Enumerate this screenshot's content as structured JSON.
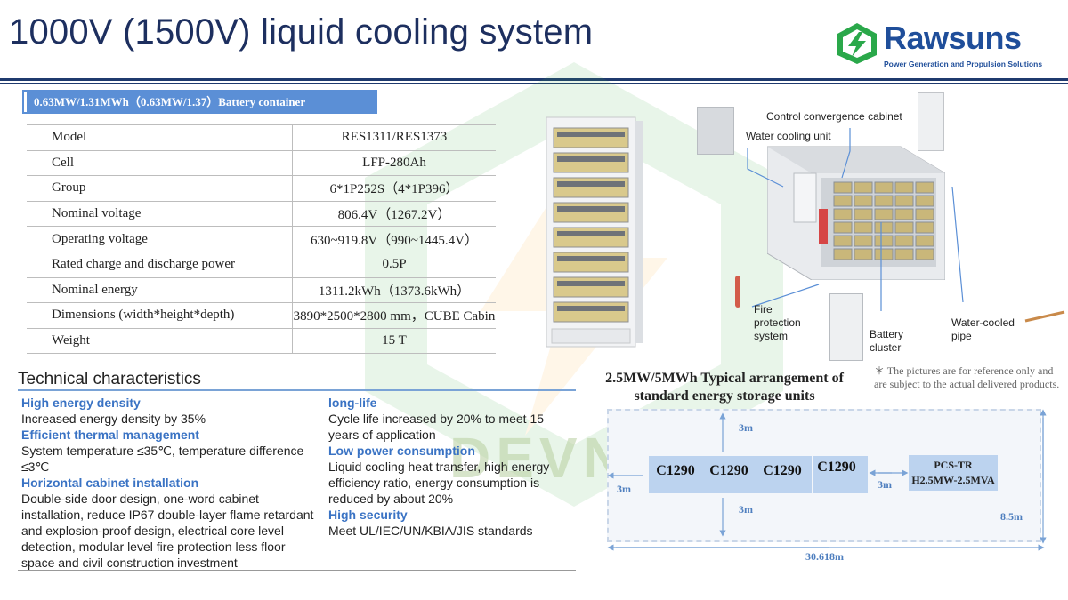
{
  "header": {
    "title": "1000V (1500V) liquid cooling system",
    "brand": "Rawsuns",
    "brand_tagline": "Power Generation and Propulsion Solutions",
    "brand_color": "#1f4e9a",
    "logo_color": "#2aa84a"
  },
  "watermark_text": "DEVNOW",
  "spec": {
    "banner": "0.63MW/1.31MWh（0.63MW/1.37）Battery container",
    "rows": [
      {
        "key": "Model",
        "value": "RES1311/RES1373"
      },
      {
        "key": "Cell",
        "value": "LFP-280Ah"
      },
      {
        "key": "Group",
        "value": "6*1P252S（4*1P396）"
      },
      {
        "key": "Nominal voltage",
        "value": "806.4V（1267.2V）"
      },
      {
        "key": "Operating voltage",
        "value": "630~919.8V（990~1445.4V）"
      },
      {
        "key": "Rated charge and discharge power",
        "value": "0.5P"
      },
      {
        "key": "Nominal energy",
        "value": "1311.2kWh（1373.6kWh）"
      },
      {
        "key": "Dimensions (width*height*depth)",
        "value": "3890*2500*2800 mm，CUBE Cabin"
      },
      {
        "key": "Weight",
        "value": "15 T"
      }
    ]
  },
  "technical": {
    "title": "Technical characteristics",
    "left": [
      {
        "heading": "High energy density",
        "text": "Increased energy density by 35%"
      },
      {
        "heading": "Efficient thermal management",
        "text": "System temperature ≤35℃, temperature difference ≤3℃"
      },
      {
        "heading": "Horizontal cabinet installation",
        "text": "Double-side door design, one-word cabinet installation, reduce IP67 double-layer flame retardant and explosion-proof design, electrical core level detection, modular level fire protection less floor space and civil construction investment"
      }
    ],
    "right": [
      {
        "heading": "long-life",
        "text": "Cycle life increased by 20% to meet 15 years of application"
      },
      {
        "heading": "Low power consumption",
        "text": "Liquid cooling heat transfer, high energy efficiency ratio, energy consumption is reduced by about 20%"
      },
      {
        "heading": "High security",
        "text": "Meet UL/IEC/UN/KBIA/JIS standards"
      }
    ]
  },
  "diagram_labels": {
    "control_cabinet": "Control convergence cabinet",
    "water_cooling": "Water cooling unit",
    "fire": "Fire protection system",
    "battery_cluster": "Battery cluster",
    "water_pipe": "Water-cooled pipe"
  },
  "note": "＊ The pictures are for reference only and are subject to the actual delivered products.",
  "arrangement": {
    "title": "2.5MW/5MWh Typical arrangement of standard energy storage units",
    "units": [
      "C1290",
      "C1290",
      "C1290",
      "C1290"
    ],
    "pcs_line1": "PCS-TR",
    "pcs_line2": "H2.5MW-2.5MVA",
    "dim_top": "3m",
    "dim_bottom": "3m",
    "dim_left": "3m",
    "dim_mid": "3m",
    "dim_height": "8.5m",
    "dim_width": "30.618m"
  }
}
